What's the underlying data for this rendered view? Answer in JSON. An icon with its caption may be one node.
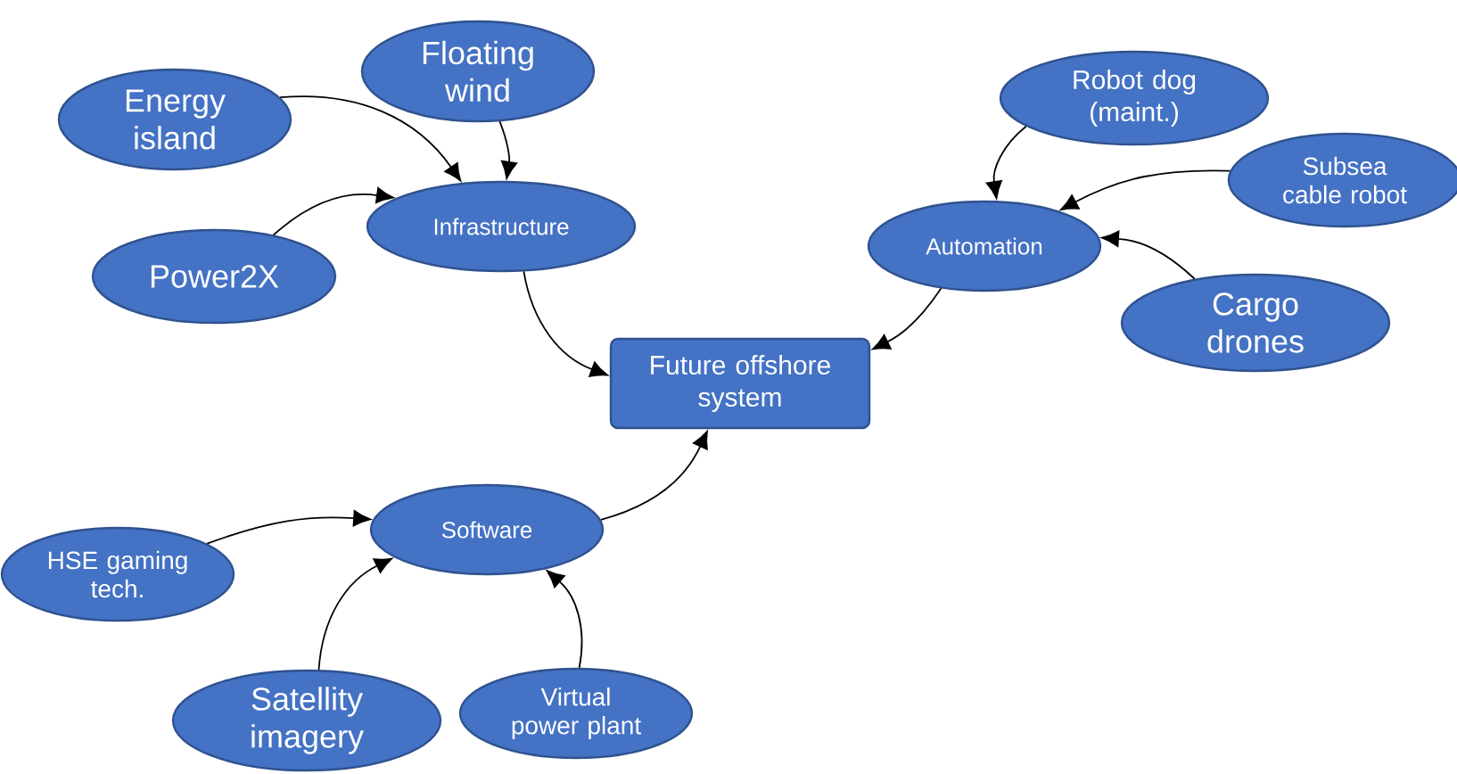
{
  "diagram": {
    "nodes": [
      {
        "text": [
          "Energy island"
        ]
      },
      {
        "text": [
          "Floating wind"
        ]
      },
      {
        "text": [
          "Infrastructure"
        ]
      },
      {
        "text": [
          "Power2X"
        ]
      },
      {
        "text": [
          "Robot dog (maint.)"
        ]
      },
      {
        "text": [
          "Subsea cable robot"
        ]
      },
      {
        "text": [
          "Automation"
        ]
      },
      {
        "text": [
          "Cargo drones"
        ]
      },
      {
        "text": [
          "Future offshore system"
        ]
      },
      {
        "text": [
          "Software"
        ]
      },
      {
        "text": [
          "HSE gaming tech."
        ]
      },
      {
        "text": [
          "Satellity imagery"
        ]
      },
      {
        "text": [
          "Virtual power plant"
        ]
      }
    ],
    "edges": [
      {
        "from": 0,
        "to": 2,
        "arrow": "to"
      },
      {
        "from": 1,
        "to": 2,
        "arrow": "to"
      },
      {
        "from": 3,
        "to": 2,
        "arrow": "to"
      },
      {
        "from": 2,
        "to": 8,
        "arrow": "to"
      },
      {
        "from": 4,
        "to": 6,
        "arrow": "to"
      },
      {
        "from": 5,
        "to": 6,
        "arrow": "to"
      },
      {
        "from": 7,
        "to": 6,
        "arrow": "to"
      },
      {
        "from": 6,
        "to": 8,
        "arrow": "to"
      },
      {
        "from": 10,
        "to": 9,
        "arrow": "to"
      },
      {
        "from": 11,
        "to": 9,
        "arrow": "to"
      },
      {
        "from": 12,
        "to": 9,
        "arrow": "to"
      },
      {
        "from": 9,
        "to": 8,
        "arrow": "to"
      }
    ]
  }
}
